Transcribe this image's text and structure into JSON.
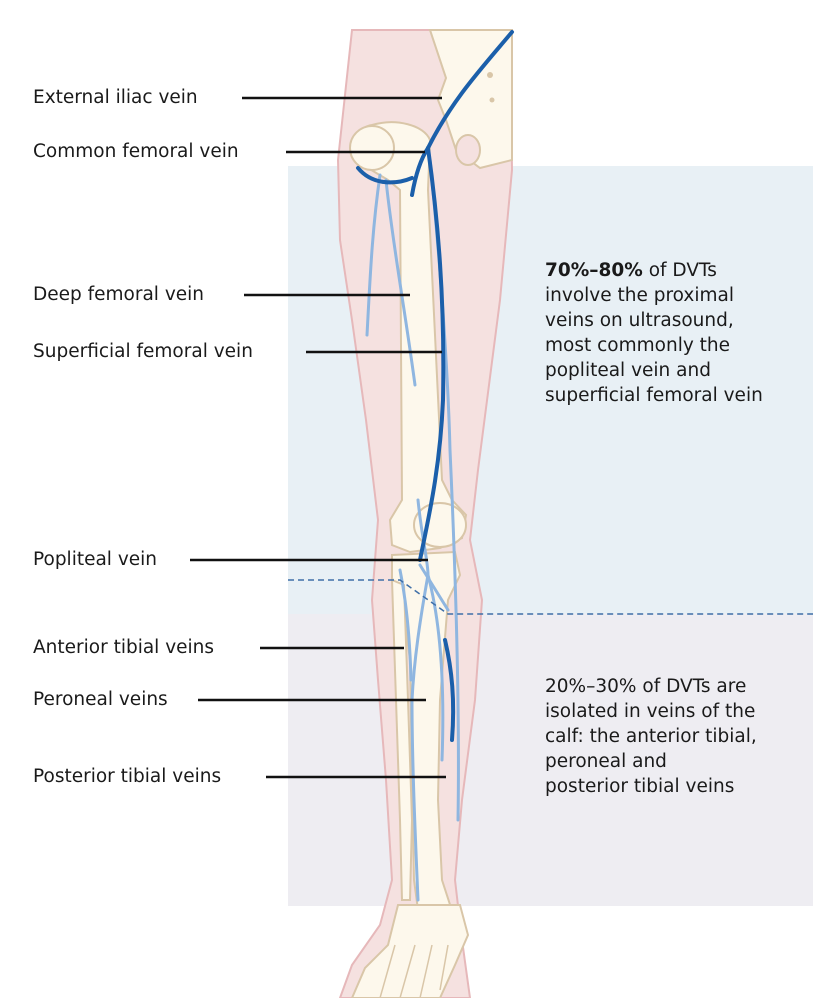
{
  "labels": {
    "external_iliac": "External iliac vein",
    "common_femoral": "Common femoral vein",
    "deep_femoral": "Deep femoral vein",
    "superficial_femoral": "Superficial femoral vein",
    "popliteal": "Popliteal vein",
    "anterior_tibial": "Anterior tibial veins",
    "peroneal": "Peroneal veins",
    "posterior_tibial": "Posterior tibial veins"
  },
  "notes": {
    "proximal": {
      "highlight": "70%–80%",
      "line1_rest": " of DVTs",
      "line2": "involve the proximal",
      "line3": "veins on ultrasound,",
      "line4": "most commonly the",
      "line5": "popliteal vein and",
      "line6": "superficial femoral vein"
    },
    "calf": {
      "line1": "20%–30% of DVTs are",
      "line2": "isolated in veins of the",
      "line3": "calf: the anterior tibial,",
      "line4": "peroneal and",
      "line5": "posterior tibial veins"
    }
  },
  "colors": {
    "proximal_region": "#e8f0f5",
    "calf_region": "#eeedf2",
    "skin": "#f5e1e0",
    "skin_outline": "#e6b8ba",
    "bone": "#fdf8ec",
    "bone_outline": "#d9c6a8",
    "deep_vein": "#1b5faa",
    "light_vein": "#8fb6e0",
    "divider": "#3f6fa8",
    "leader": "#111111"
  }
}
